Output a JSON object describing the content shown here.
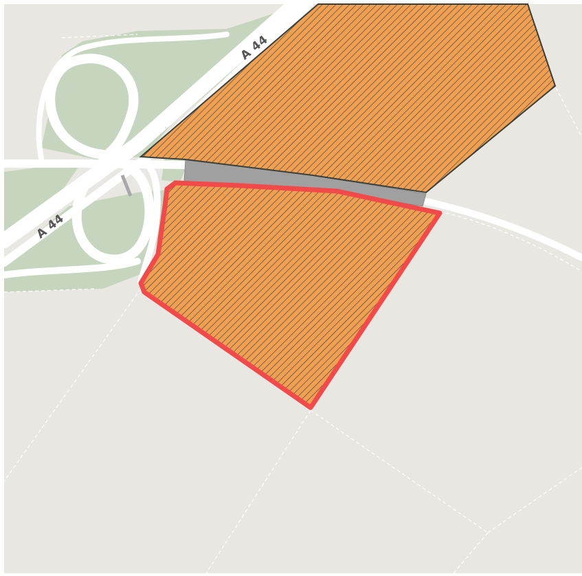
{
  "map": {
    "road_labels": [
      {
        "name": "road-label-a44-top",
        "text": "A 44"
      },
      {
        "name": "road-label-a44-bottom",
        "text": "A 44"
      }
    ],
    "colors": {
      "background": "#e9e7e2",
      "green_area": "#c6d6be",
      "road": "#ffffff",
      "parcel_fill": "#f0a050",
      "parcel_hatch": "#444444",
      "parcel_outline": "#3a3f3a",
      "selected_outline": "#f24a4a",
      "bridge_gray": "#a0a0a0",
      "boundary_dash": "#ffffff",
      "label_text": "#555555"
    }
  }
}
